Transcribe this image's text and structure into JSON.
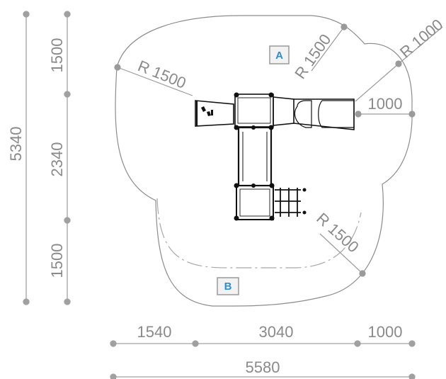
{
  "vertical_dims": {
    "total": "5340",
    "top": "1500",
    "middle": "2340",
    "bottom": "1500"
  },
  "horizontal_dims": {
    "left": "1540",
    "middle": "3040",
    "right": "1000",
    "total": "5580"
  },
  "radius_labels": {
    "top_left": "R 1500",
    "top_center": "R 1500",
    "top_right": "R 1000",
    "bottom_right": "R 1500"
  },
  "right_dim": "1000",
  "zones": {
    "a": "A",
    "b": "B"
  },
  "colors": {
    "dim_line": "#9a9a9a",
    "boundary": "#8c8c8c",
    "label_accent": "#2a8fd6",
    "structure": "#111111"
  }
}
